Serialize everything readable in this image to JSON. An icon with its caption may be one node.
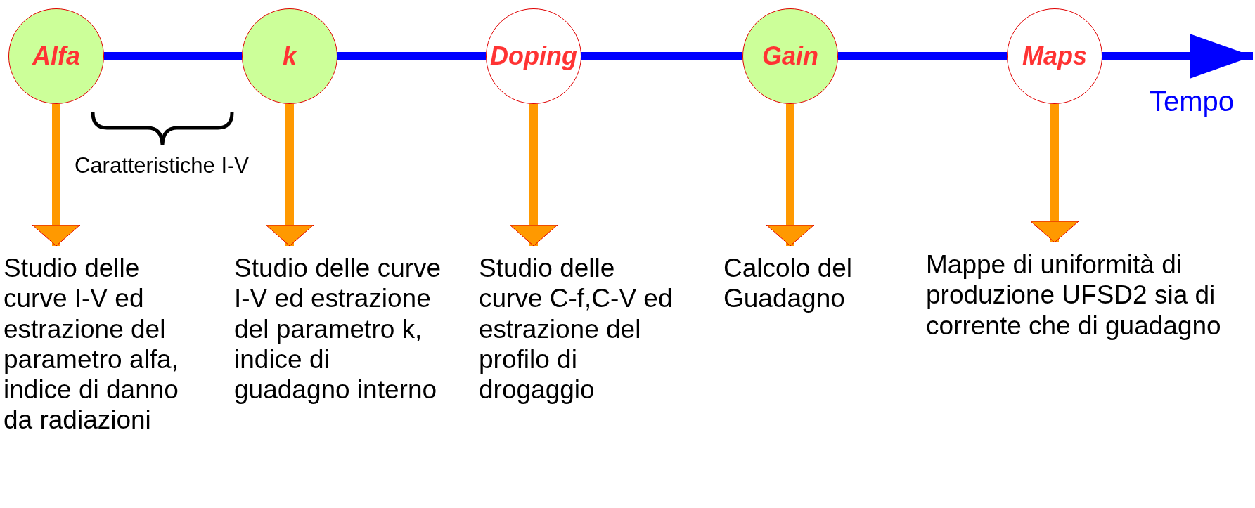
{
  "diagram": {
    "nodes": [
      {
        "text": [
          "Alfa"
        ]
      },
      {
        "text": [
          "k"
        ]
      },
      {
        "text": [
          "Doping"
        ]
      },
      {
        "text": [
          "Gain"
        ]
      },
      {
        "text": [
          "Maps"
        ]
      },
      {
        "text": [
          "Studio delle curve I-V ed estrazione del parametro alfa, indice di danno da radiazioni"
        ]
      },
      {
        "text": [
          "Studio delle curve I-V ed estrazione del parametro k, indice di guadagno interno"
        ]
      },
      {
        "text": [
          "Studio delle curve C-f,C-V ed estrazione del profilo di drogaggio"
        ]
      },
      {
        "text": [
          "Calcolo del Guadagno"
        ]
      },
      {
        "text": [
          "Mappe di uniformità di produzione UFSD2 sia di corrente che di guadagno"
        ]
      }
    ],
    "edges": [
      {
        "from": 0,
        "to": 1,
        "arrow": "none",
        "color": "#0000ff"
      },
      {
        "from": 1,
        "to": 2,
        "arrow": "none",
        "color": "#0000ff"
      },
      {
        "from": 2,
        "to": 3,
        "arrow": "none",
        "color": "#0000ff"
      },
      {
        "from": 3,
        "to": 4,
        "arrow": "none",
        "color": "#0000ff"
      },
      {
        "from": 4,
        "to": null,
        "arrow": "to",
        "color": "#0000ff"
      },
      {
        "from": 0,
        "to": 5,
        "arrow": "to",
        "color": "#ff9900"
      },
      {
        "from": 1,
        "to": 6,
        "arrow": "to",
        "color": "#ff9900"
      },
      {
        "from": 2,
        "to": 7,
        "arrow": "to",
        "color": "#ff9900"
      },
      {
        "from": 3,
        "to": 8,
        "arrow": "to",
        "color": "#ff9900"
      },
      {
        "from": 4,
        "to": 9,
        "arrow": "to",
        "color": "#ff9900"
      }
    ],
    "labels": [
      "Caratteristiche I-V",
      "Tempo"
    ]
  }
}
